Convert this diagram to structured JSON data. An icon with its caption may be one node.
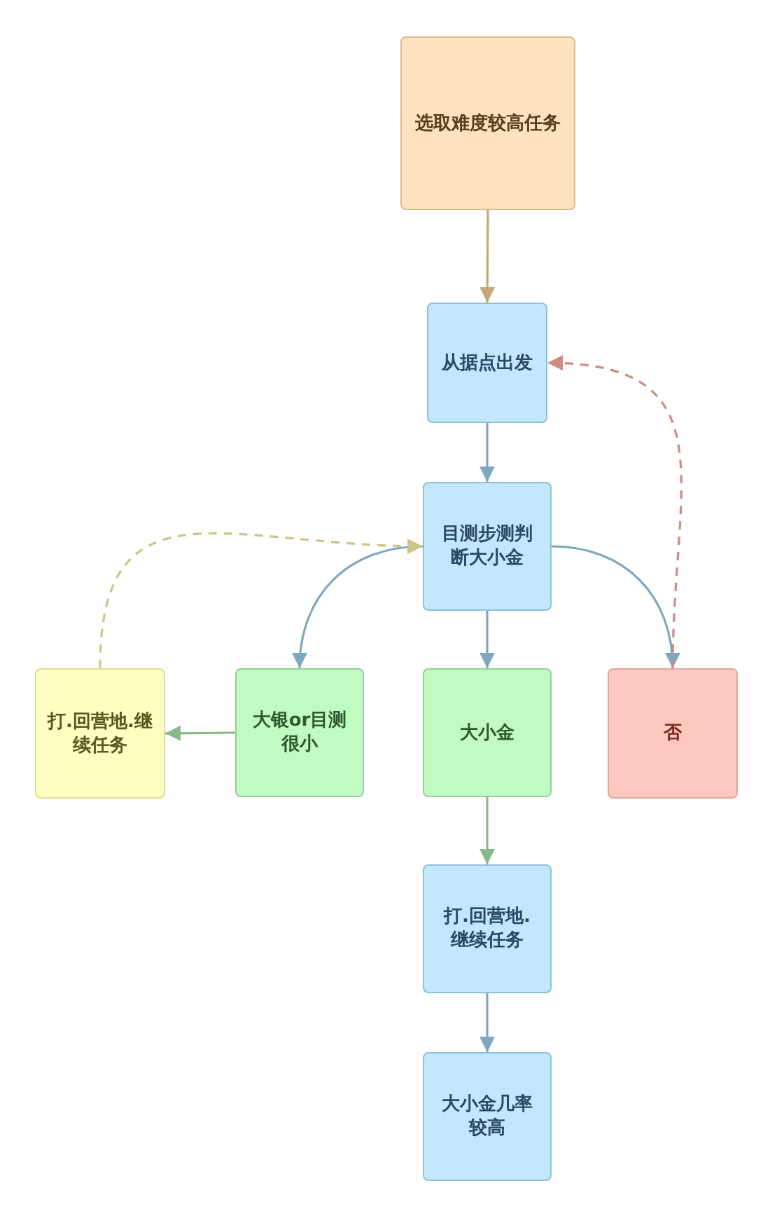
{
  "diagram": {
    "nodes": [
      {
        "text": [
          "选取难度较高任务"
        ]
      },
      {
        "text": [
          "从据点出发"
        ]
      },
      {
        "text": [
          "目测步测判断大小金"
        ]
      },
      {
        "text": [
          "打.回营地.继续任务"
        ]
      },
      {
        "text": [
          "大银or目测很小"
        ]
      },
      {
        "text": [
          "大小金"
        ]
      },
      {
        "text": [
          "否"
        ]
      },
      {
        "text": [
          "打.回营地.继续任务"
        ]
      },
      {
        "text": [
          "大小金几率较高"
        ]
      }
    ],
    "edges": [
      {
        "from": 0,
        "to": 1,
        "arrow": "to",
        "color": "#c4a67a"
      },
      {
        "from": 1,
        "to": 2,
        "arrow": "to"
      },
      {
        "from": 2,
        "to": 4,
        "arrow": "to"
      },
      {
        "from": 2,
        "to": 5,
        "arrow": "to"
      },
      {
        "from": 2,
        "to": 6,
        "arrow": "to"
      },
      {
        "from": 6,
        "to": 1,
        "arrow": "to",
        "style": "dashed",
        "color": "#d08a84"
      },
      {
        "from": 4,
        "to": 3,
        "arrow": "to",
        "color": "#88b88c"
      },
      {
        "from": 3,
        "to": 2,
        "arrow": "to",
        "style": "dashed",
        "color": "#cfc485"
      },
      {
        "from": 5,
        "to": 7,
        "arrow": "to",
        "color": "#88b88c"
      },
      {
        "from": 7,
        "to": 8,
        "arrow": "to"
      }
    ]
  }
}
